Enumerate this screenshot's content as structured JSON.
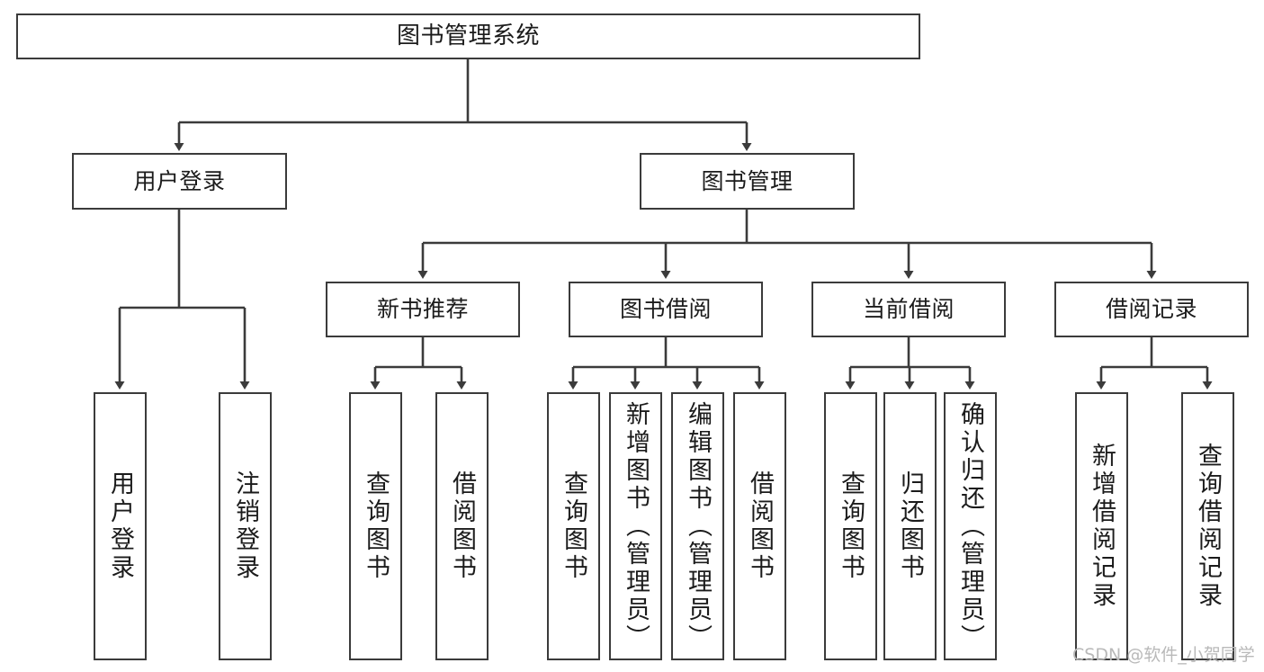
{
  "diagram": {
    "type": "tree",
    "title": "图书管理系统",
    "orientation": "top-down",
    "colors": {
      "box_border": "#3b3b3b",
      "box_fill": "#ffffff",
      "line": "#3b3b3b",
      "text": "#1b1b1b",
      "watermark": "#b9b9b9",
      "background": "#ffffff"
    },
    "nodes": {
      "root": {
        "label": "图书管理系统",
        "level": 1,
        "orientation": "horizontal"
      },
      "user_login": {
        "label": "用户登录",
        "level": 2,
        "orientation": "horizontal"
      },
      "book_manage": {
        "label": "图书管理",
        "level": 2,
        "orientation": "horizontal"
      },
      "new_book_rec": {
        "label": "新书推荐",
        "level": 3,
        "orientation": "horizontal"
      },
      "book_borrow": {
        "label": "图书借阅",
        "level": 3,
        "orientation": "horizontal"
      },
      "current_borrow": {
        "label": "当前借阅",
        "level": 3,
        "orientation": "horizontal"
      },
      "borrow_record": {
        "label": "借阅记录",
        "level": 3,
        "orientation": "horizontal"
      },
      "leaf_user_login": {
        "label": "用户登录",
        "level": 3,
        "orientation": "vertical"
      },
      "leaf_logout": {
        "label": "注销登录",
        "level": 3,
        "orientation": "vertical"
      },
      "leaf_query_book_1": {
        "label": "查询图书",
        "level": 4,
        "orientation": "vertical"
      },
      "leaf_borrow_book_1": {
        "label": "借阅图书",
        "level": 4,
        "orientation": "vertical"
      },
      "leaf_query_book_2": {
        "label": "查询图书",
        "level": 4,
        "orientation": "vertical"
      },
      "leaf_add_book": {
        "label": "新增图书（管理员）",
        "level": 4,
        "orientation": "vertical"
      },
      "leaf_edit_book": {
        "label": "编辑图书（管理员）",
        "level": 4,
        "orientation": "vertical"
      },
      "leaf_borrow_book_2": {
        "label": "借阅图书",
        "level": 4,
        "orientation": "vertical"
      },
      "leaf_query_book_3": {
        "label": "查询图书",
        "level": 4,
        "orientation": "vertical"
      },
      "leaf_return_book": {
        "label": "归还图书",
        "level": 4,
        "orientation": "vertical"
      },
      "leaf_confirm_return": {
        "label": "确认归还（管理员）",
        "level": 4,
        "orientation": "vertical"
      },
      "leaf_add_record": {
        "label": "新增借阅记录",
        "level": 4,
        "orientation": "vertical"
      },
      "leaf_query_record": {
        "label": "查询借阅记录",
        "level": 4,
        "orientation": "vertical"
      }
    },
    "edges": [
      {
        "from": "root",
        "to": "user_login"
      },
      {
        "from": "root",
        "to": "book_manage"
      },
      {
        "from": "user_login",
        "to": "leaf_user_login"
      },
      {
        "from": "user_login",
        "to": "leaf_logout"
      },
      {
        "from": "book_manage",
        "to": "new_book_rec"
      },
      {
        "from": "book_manage",
        "to": "book_borrow"
      },
      {
        "from": "book_manage",
        "to": "current_borrow"
      },
      {
        "from": "book_manage",
        "to": "borrow_record"
      },
      {
        "from": "new_book_rec",
        "to": "leaf_query_book_1"
      },
      {
        "from": "new_book_rec",
        "to": "leaf_borrow_book_1"
      },
      {
        "from": "book_borrow",
        "to": "leaf_query_book_2"
      },
      {
        "from": "book_borrow",
        "to": "leaf_add_book"
      },
      {
        "from": "book_borrow",
        "to": "leaf_edit_book"
      },
      {
        "from": "book_borrow",
        "to": "leaf_borrow_book_2"
      },
      {
        "from": "current_borrow",
        "to": "leaf_query_book_3"
      },
      {
        "from": "current_borrow",
        "to": "leaf_return_book"
      },
      {
        "from": "current_borrow",
        "to": "leaf_confirm_return"
      },
      {
        "from": "borrow_record",
        "to": "leaf_add_record"
      },
      {
        "from": "borrow_record",
        "to": "leaf_query_record"
      }
    ]
  },
  "watermark": {
    "text": "CSDN @软件_小贺同学"
  }
}
